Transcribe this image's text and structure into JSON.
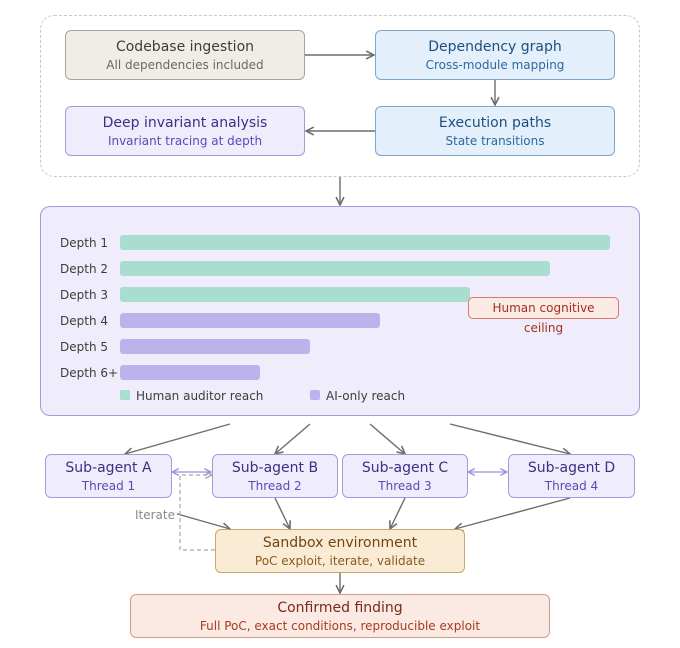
{
  "top": {
    "ingestion": {
      "title": "Codebase ingestion",
      "subtitle": "All dependencies included"
    },
    "dependency": {
      "title": "Dependency graph",
      "subtitle": "Cross-module mapping"
    },
    "invariant": {
      "title": "Deep invariant analysis",
      "subtitle": "Invariant tracing at depth"
    },
    "execution": {
      "title": "Execution paths",
      "subtitle": "State transitions"
    }
  },
  "chart_data": {
    "type": "bar",
    "orientation": "horizontal",
    "categories": [
      "Depth 1",
      "Depth 2",
      "Depth 3",
      "Depth 4",
      "Depth 5",
      "Depth 6+"
    ],
    "values": [
      98,
      86,
      70,
      52,
      38,
      28
    ],
    "series_of_category": [
      "Human auditor reach",
      "Human auditor reach",
      "Human auditor reach",
      "AI-only reach",
      "AI-only reach",
      "AI-only reach"
    ],
    "legend": [
      {
        "name": "Human auditor reach",
        "color": "#a8ddd0"
      },
      {
        "name": "AI-only reach",
        "color": "#bdb3ec"
      }
    ],
    "legend_position": "bottom",
    "annotation": {
      "text": "Human cognitive ceiling",
      "between": [
        "Depth 3",
        "Depth 4"
      ],
      "color": "#e05a5a"
    }
  },
  "agents": [
    {
      "title": "Sub-agent A",
      "subtitle": "Thread 1"
    },
    {
      "title": "Sub-agent B",
      "subtitle": "Thread 2"
    },
    {
      "title": "Sub-agent C",
      "subtitle": "Thread 3"
    },
    {
      "title": "Sub-agent D",
      "subtitle": "Thread 4"
    }
  ],
  "iterate_label": "Iterate",
  "sandbox": {
    "title": "Sandbox environment",
    "subtitle": "PoC exploit, iterate, validate"
  },
  "finding": {
    "title": "Confirmed finding",
    "subtitle": "Full PoC, exact conditions, reproducible exploit"
  }
}
